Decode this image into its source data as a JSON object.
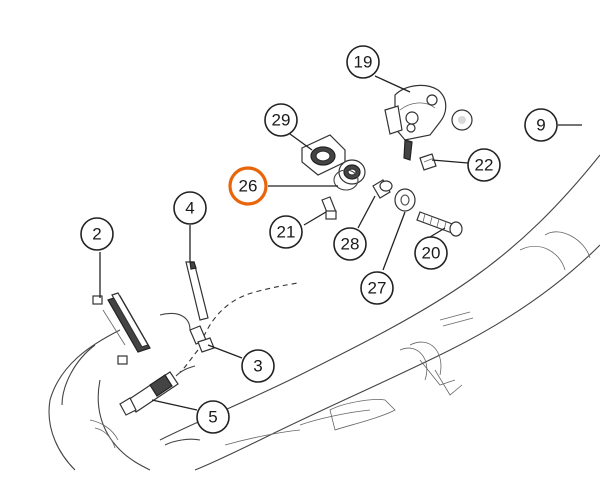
{
  "callouts": [
    {
      "label": "19",
      "highlight": false
    },
    {
      "label": "29",
      "highlight": false
    },
    {
      "label": "9",
      "highlight": false
    },
    {
      "label": "26",
      "highlight": true
    },
    {
      "label": "22",
      "highlight": false
    },
    {
      "label": "4",
      "highlight": false
    },
    {
      "label": "21",
      "highlight": false
    },
    {
      "label": "2",
      "highlight": false
    },
    {
      "label": "28",
      "highlight": false
    },
    {
      "label": "20",
      "highlight": false
    },
    {
      "label": "27",
      "highlight": false
    },
    {
      "label": "3",
      "highlight": false
    },
    {
      "label": "5",
      "highlight": false
    }
  ],
  "colors": {
    "highlight": "#e8650a",
    "line": "#222222"
  }
}
